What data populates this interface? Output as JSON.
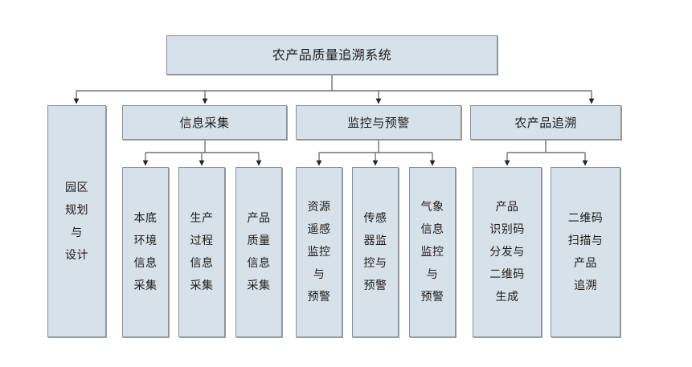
{
  "diagram": {
    "title": "农产品质量追溯系统",
    "type": "hierarchy-tree",
    "background_color": "#ffffff",
    "node_fill_color": "#d7e1e9",
    "node_border_color": "#8a8f94",
    "connector_color": "#6f7479",
    "text_color": "#1b1b1b"
  },
  "root": {
    "label": "农产品质量追溯系统"
  },
  "level2": [
    {
      "id": "park",
      "label": "园区\n规划\n与\n设计"
    },
    {
      "id": "collect",
      "label": "信息采集"
    },
    {
      "id": "monitor",
      "label": "监控与预警"
    },
    {
      "id": "trace",
      "label": "农产品追溯"
    }
  ],
  "leaves": {
    "collect": [
      {
        "id": "leaf-1",
        "label": "本底\n环境\n信息\n采集"
      },
      {
        "id": "leaf-2",
        "label": "生产\n过程\n信息\n采集"
      },
      {
        "id": "leaf-3",
        "label": "产品\n质量\n信息\n采集"
      }
    ],
    "monitor": [
      {
        "id": "leaf-4",
        "label": "资源\n遥感\n监控\n与\n预警"
      },
      {
        "id": "leaf-5",
        "label": "传感\n器监\n控与\n预警"
      },
      {
        "id": "leaf-6",
        "label": "气象\n信息\n监控\n与\n预警"
      }
    ],
    "trace": [
      {
        "id": "leaf-7",
        "label": "产品\n识别码\n分发与\n二维码\n生成"
      },
      {
        "id": "leaf-8",
        "label": "二维码\n扫描与\n产品\n追溯"
      }
    ]
  }
}
